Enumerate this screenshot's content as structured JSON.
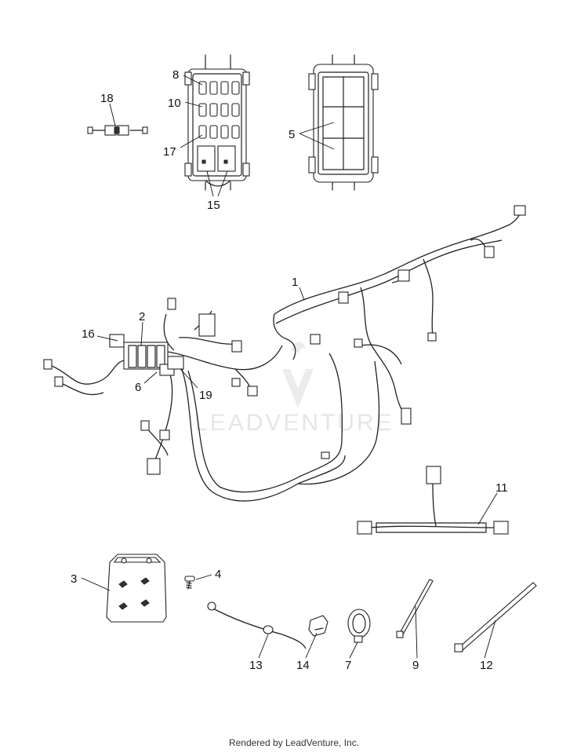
{
  "watermark": "LEADVENTURE",
  "footer": "Rendered by LeadVenture, Inc.",
  "callouts": [
    "1",
    "2",
    "3",
    "4",
    "5",
    "6",
    "7",
    "8",
    "9",
    "10",
    "11",
    "12",
    "13",
    "14",
    "15",
    "16",
    "17",
    "18",
    "19"
  ]
}
